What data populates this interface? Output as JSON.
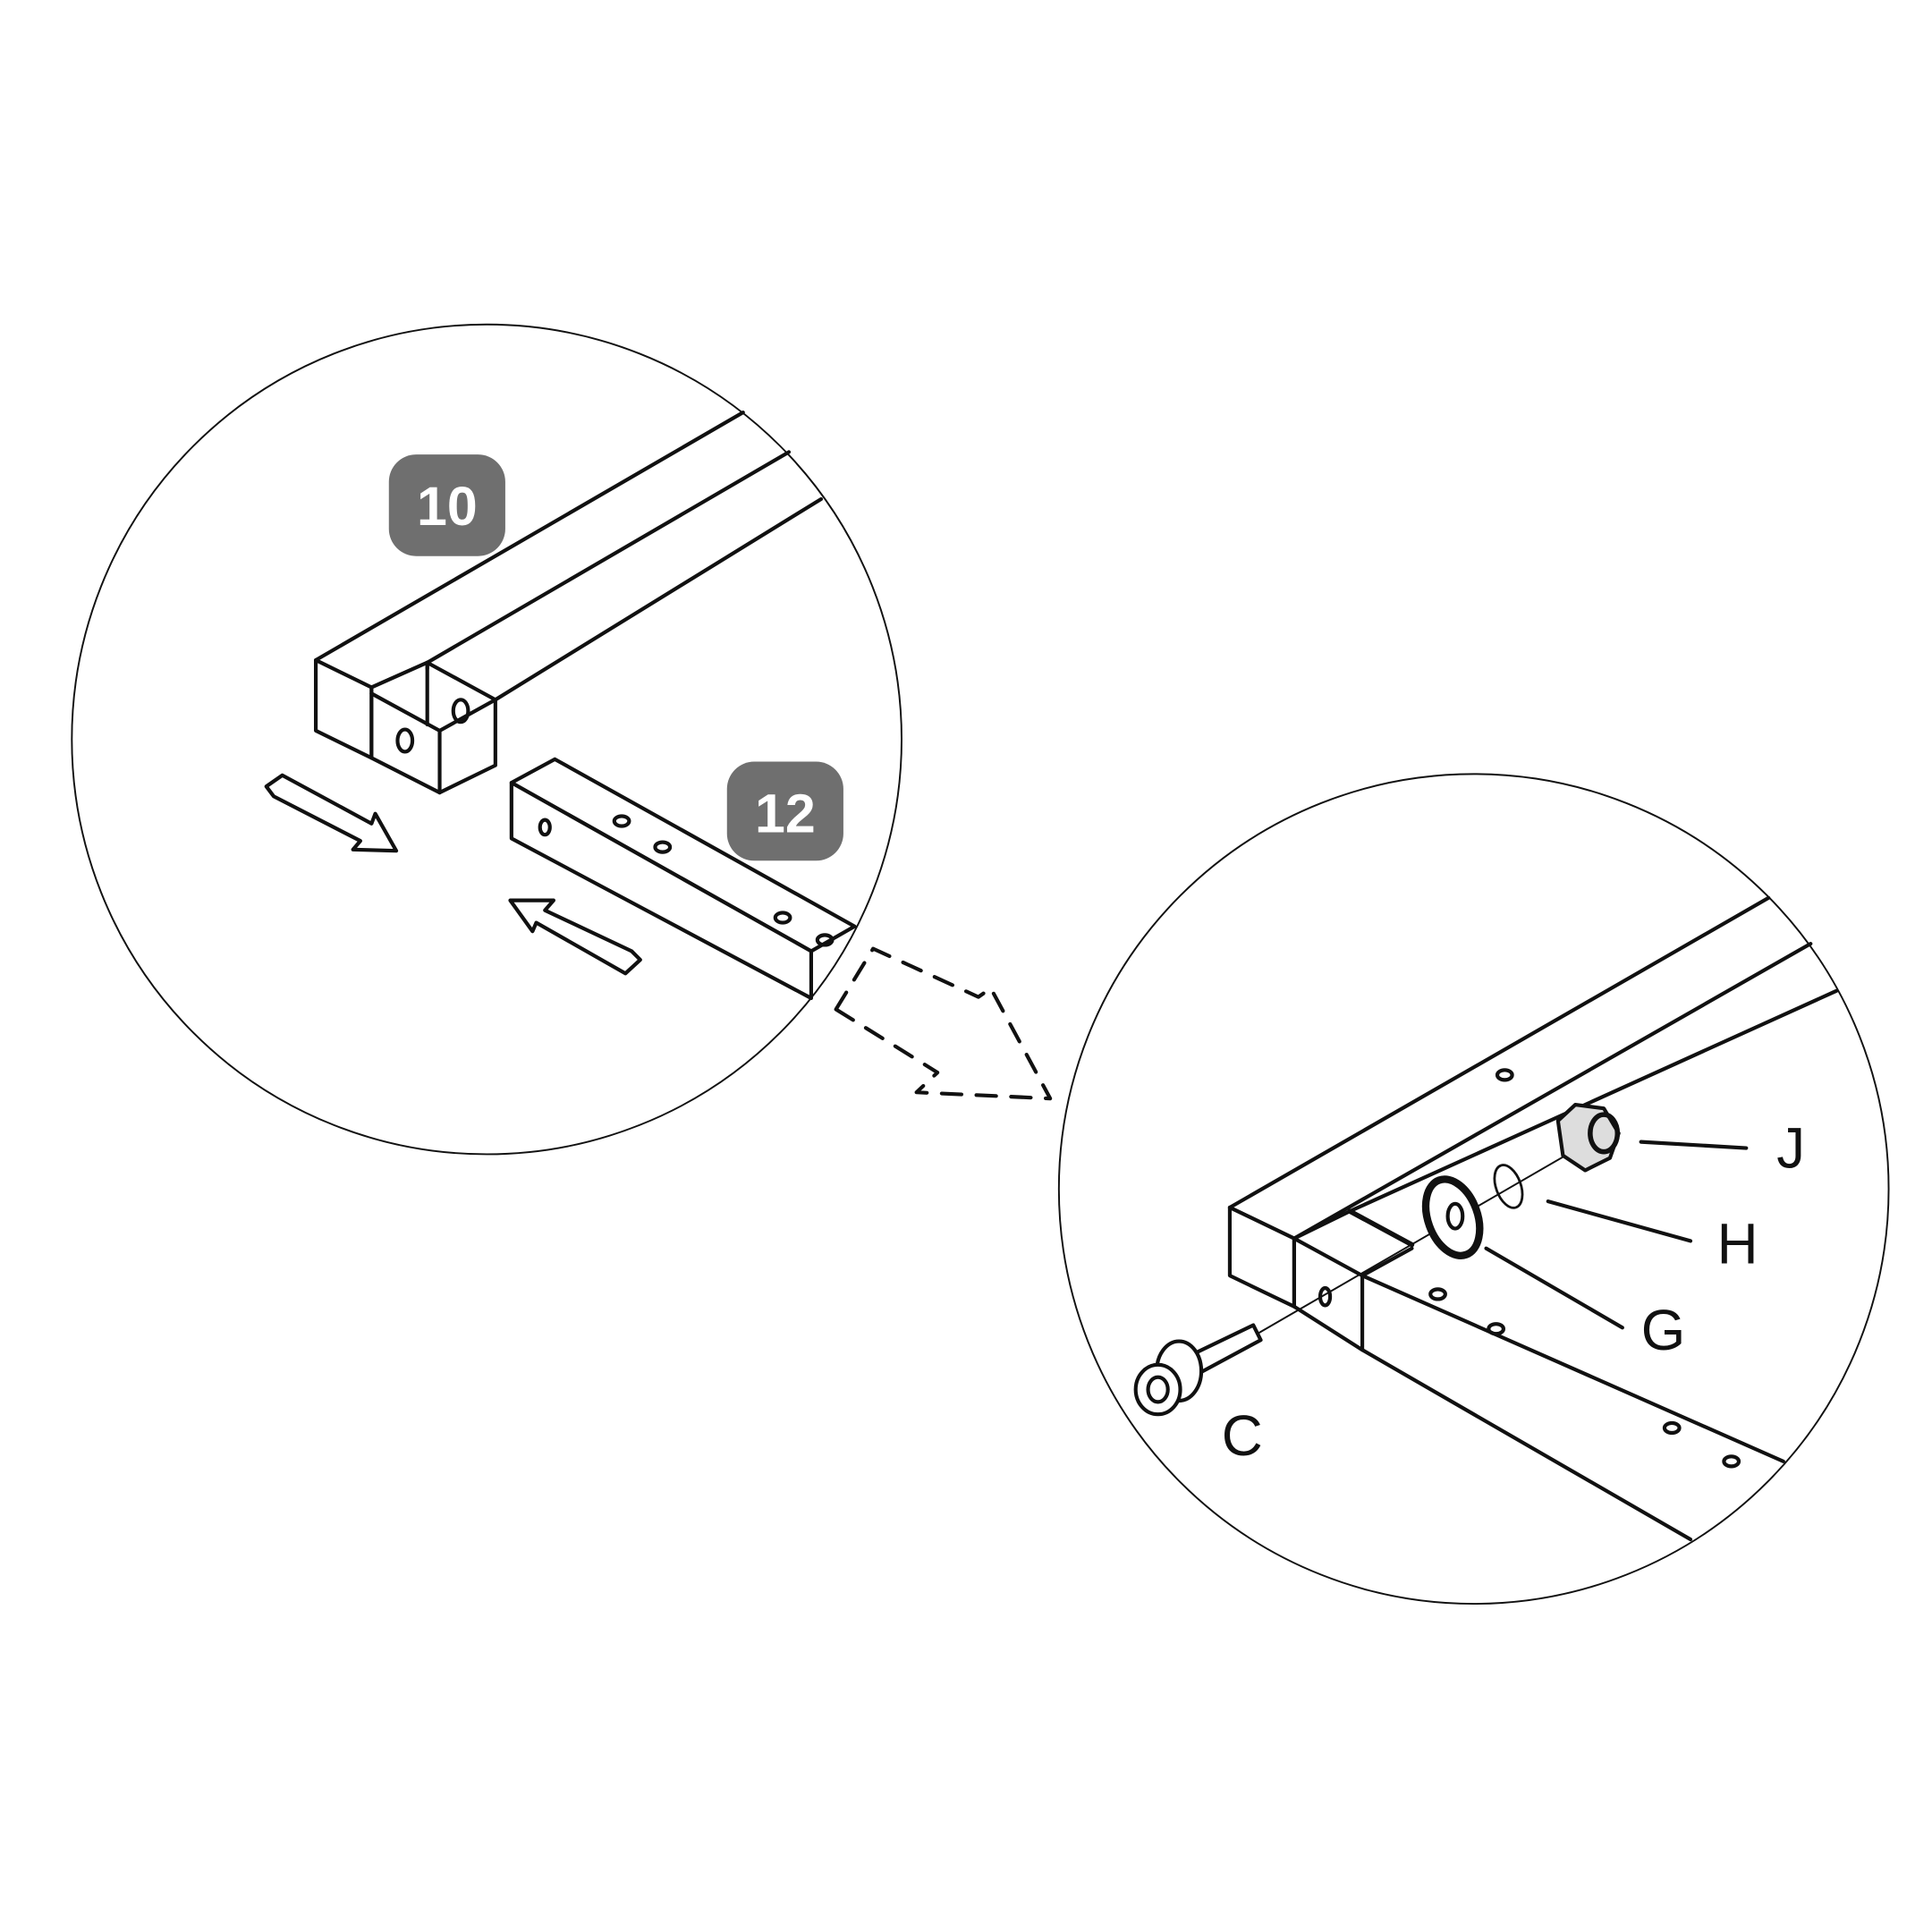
{
  "badges": {
    "part_a": "10",
    "part_b": "12"
  },
  "hardware_labels": {
    "c": "C",
    "g": "G",
    "h": "H",
    "j": "J"
  },
  "colors": {
    "badge": "#6f6f6f",
    "line": "#111111"
  }
}
